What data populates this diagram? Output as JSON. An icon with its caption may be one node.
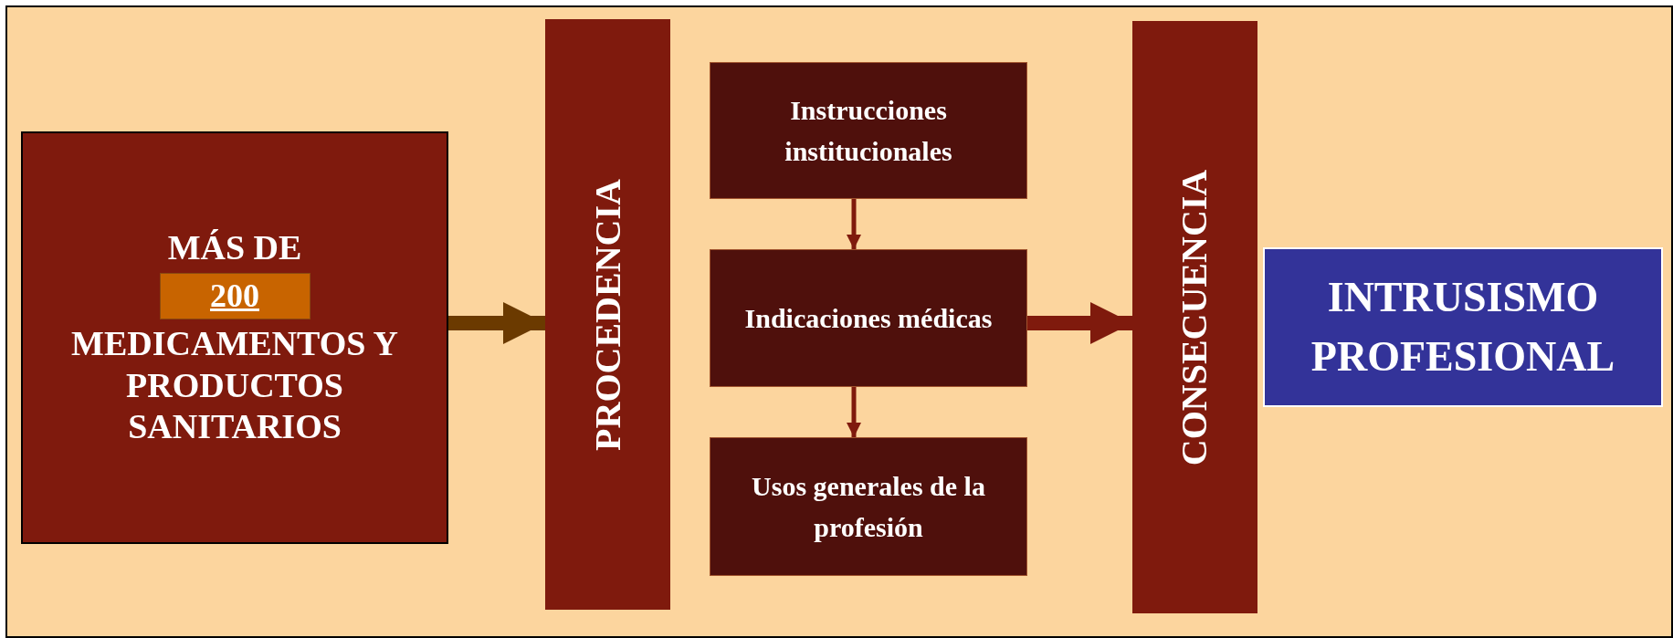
{
  "diagram": {
    "nodes": [
      {
        "text": [
          "MÁS DE",
          "MEDICAMENTOS Y PRODUCTOS SANITARIOS"
        ]
      },
      {
        "text": [
          "200"
        ],
        "in": 0
      },
      {
        "text": [
          "PROCEDENCIA"
        ]
      },
      {
        "text": [
          "Instrucciones institucionales"
        ]
      },
      {
        "text": [
          "Indicaciones médicas"
        ]
      },
      {
        "text": [
          "Usos generales de la profesión"
        ]
      },
      {
        "text": [
          "CONSECUENCIA"
        ]
      },
      {
        "text": [
          "INTRUSISMO PROFESIONAL"
        ]
      }
    ],
    "edges": [
      {
        "from": 0,
        "to": 2,
        "arrow": "to",
        "style": "thick",
        "color": "#6b3a00"
      },
      {
        "from": 3,
        "to": 4,
        "arrow": "to"
      },
      {
        "from": 4,
        "to": 5,
        "arrow": "to"
      },
      {
        "from": 4,
        "to": 6,
        "arrow": "to",
        "style": "thick"
      }
    ]
  }
}
